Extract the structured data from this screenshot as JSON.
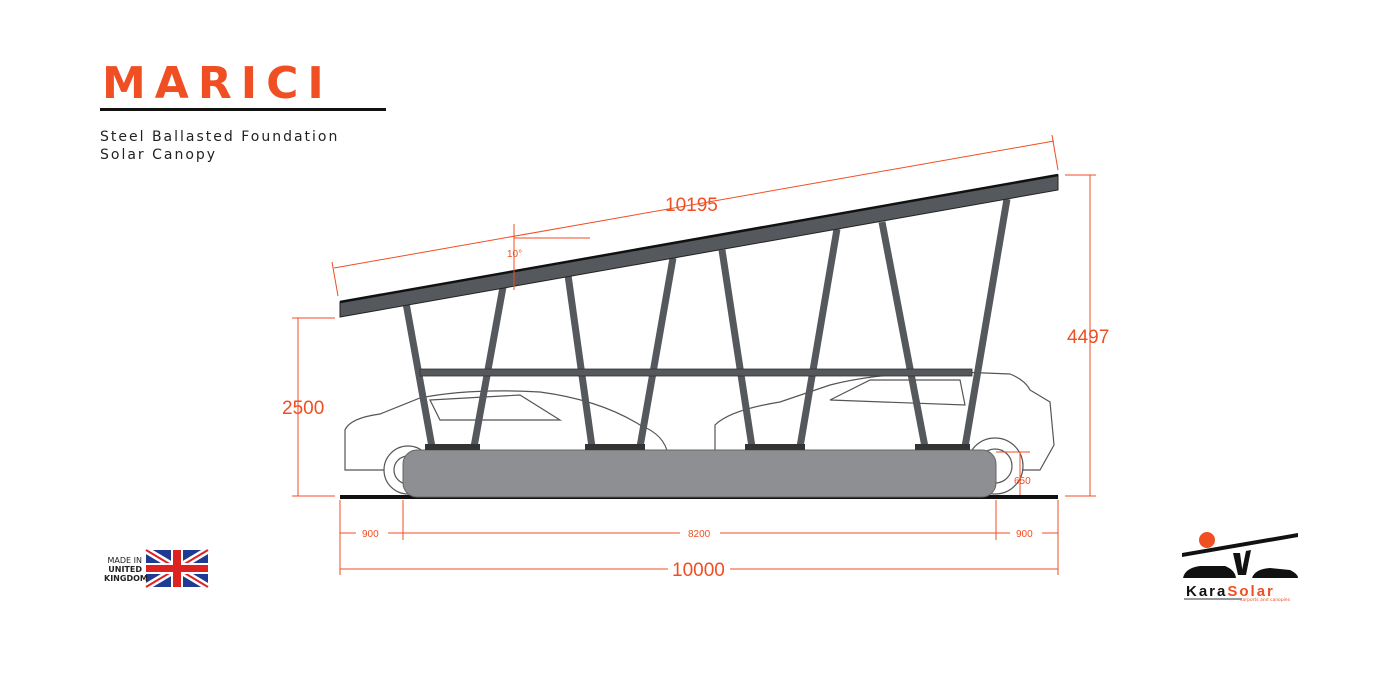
{
  "header": {
    "title": "MARICI",
    "subtitle_line1": "Steel Ballasted Foundation",
    "subtitle_line2": "Solar Canopy"
  },
  "dimensions": {
    "roof_length": "10195",
    "angle": "10°",
    "front_height": "2500",
    "rear_height": "4497",
    "ballast_height": "650",
    "left_overhang": "900",
    "ballast_length": "8200",
    "right_overhang": "900",
    "total_length": "10000"
  },
  "badge": {
    "line1": "MADE IN",
    "line2": "UNITED",
    "line3": "KINGDOM"
  },
  "logo": {
    "brand_part1": "Kara",
    "brand_part2": "Solar",
    "tagline": "carports and canopies"
  },
  "colors": {
    "accent": "#f04e23",
    "steel": "#55585c",
    "ballast": "#8e8f92"
  }
}
